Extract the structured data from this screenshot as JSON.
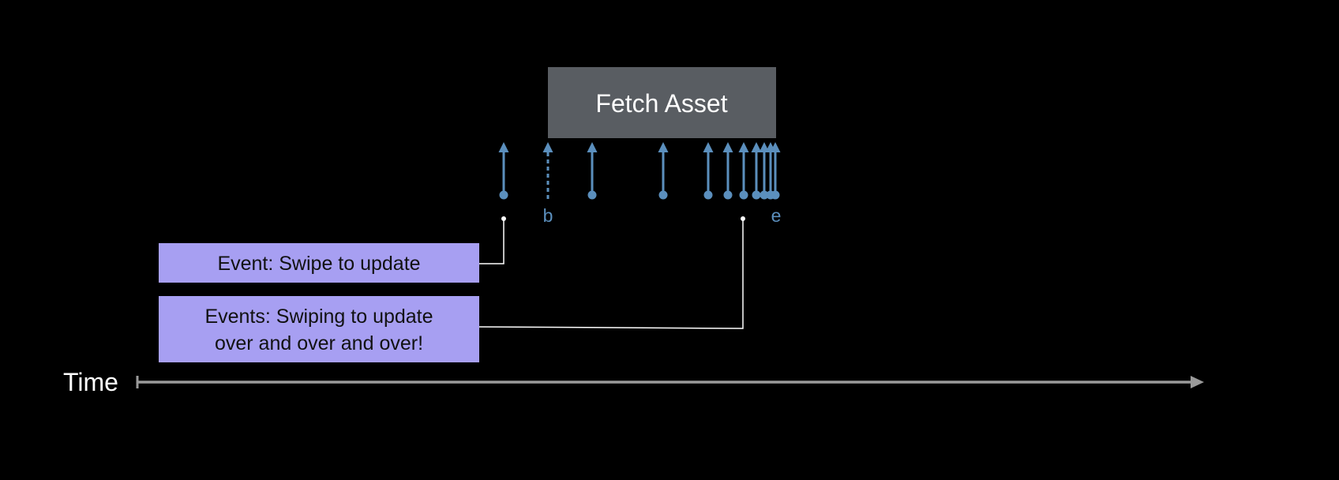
{
  "fetch_box": {
    "label": "Fetch Asset"
  },
  "markers": {
    "label_b": "b",
    "label_e": "e"
  },
  "events": [
    {
      "lines": [
        "Event: Swipe to update"
      ]
    },
    {
      "lines": [
        "Events: Swiping to update",
        "over and over and over!"
      ]
    }
  ],
  "timeline": {
    "label": "Time"
  },
  "colors": {
    "background": "#000000",
    "fetch_box": "#595d62",
    "arrow": "#5b8fbd",
    "event_box": "#a79ff2",
    "axis": "#9a9a9a",
    "callout_line": "#ffffff"
  }
}
